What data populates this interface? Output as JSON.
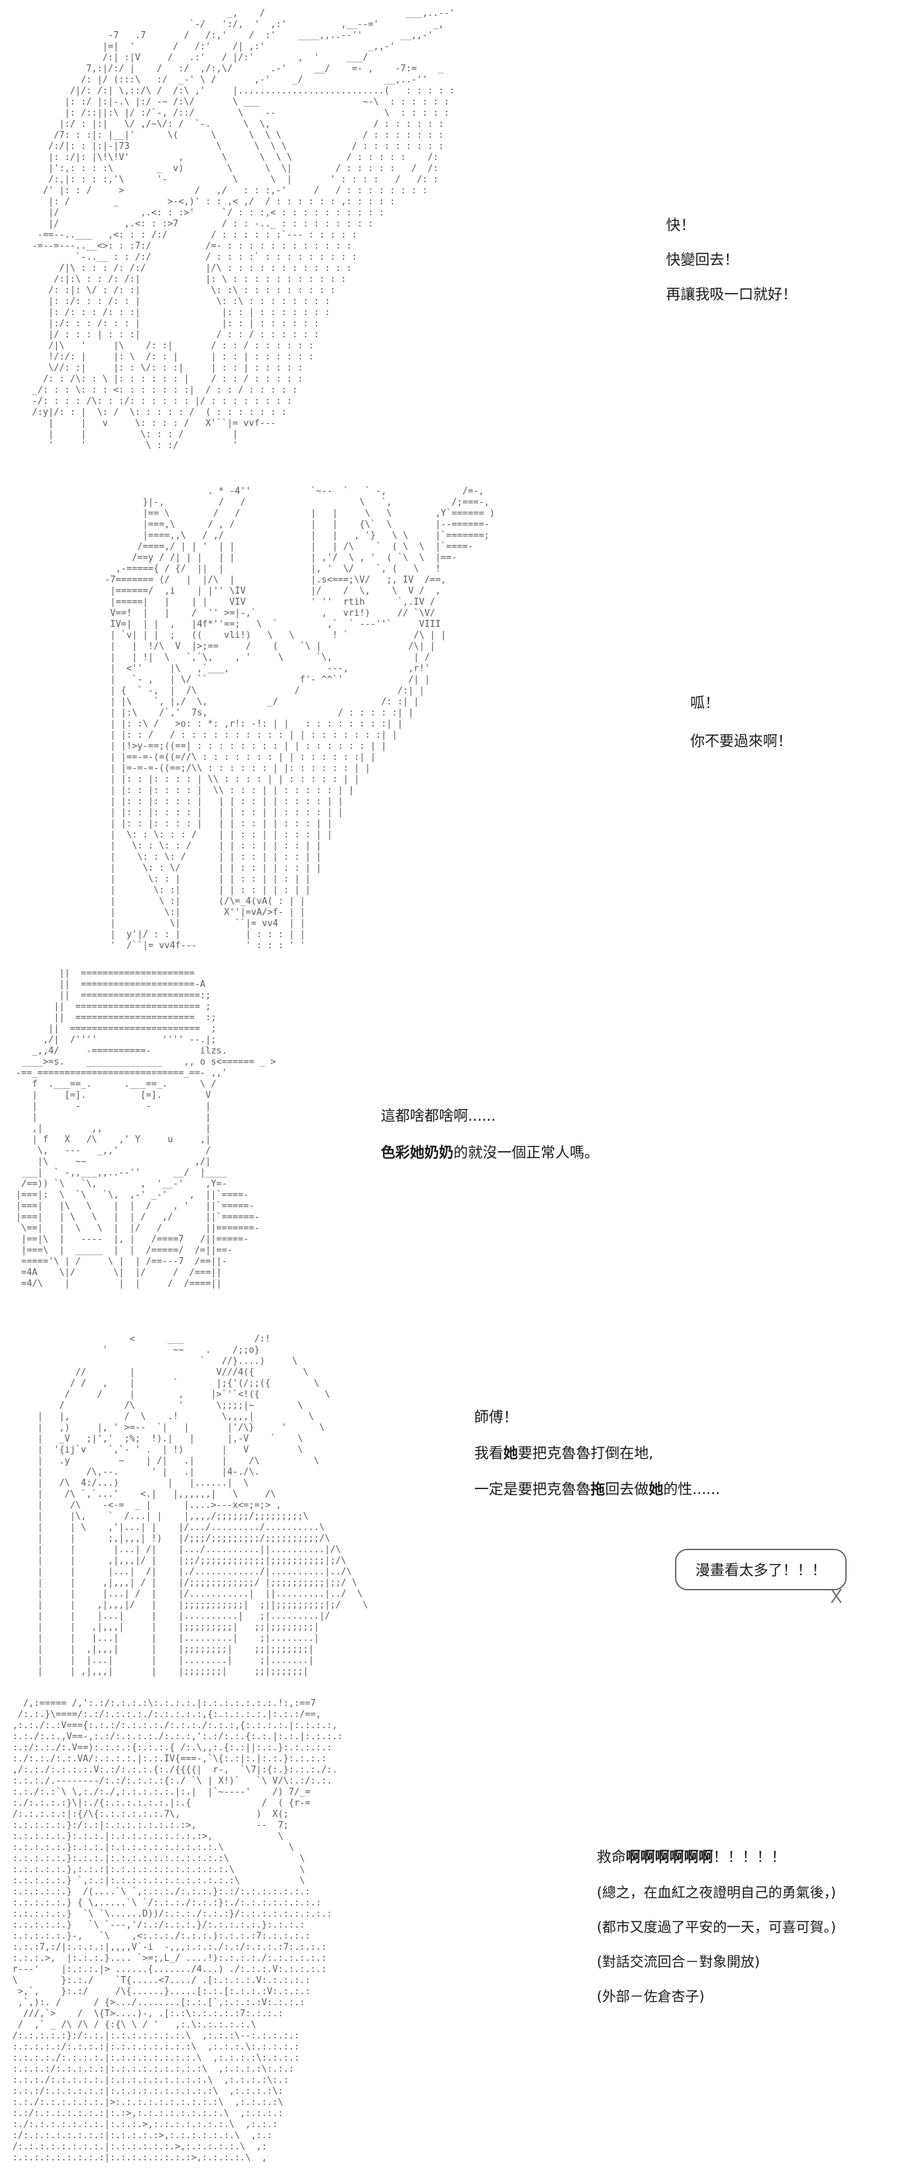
{
  "page": {
    "background": "#ffffff",
    "aa_color": "#5c5c5c",
    "text_color": "#1a1a1a"
  },
  "dialogues": {
    "d1": {
      "lines": [
        "快！",
        "快變回去！",
        "再讓我吸一口就好！"
      ]
    },
    "d2": {
      "lines": [
        "呱！",
        "你不要過來啊！"
      ]
    },
    "d3": {
      "line1": "這都啥都啥啊......",
      "line2_runs": [
        {
          "t": "色彩她奶奶",
          "b": true
        },
        {
          "t": "的就沒一個正常人嗎。",
          "b": false
        }
      ]
    },
    "d4": {
      "line1": "師傅！",
      "line2_runs": [
        {
          "t": "我看",
          "b": false
        },
        {
          "t": "她",
          "b": true
        },
        {
          "t": "要把克魯魯打倒在地,",
          "b": false
        }
      ],
      "line3_runs": [
        {
          "t": "一定是要把克魯魯",
          "b": false
        },
        {
          "t": "拖",
          "b": true
        },
        {
          "t": "回去做",
          "b": false
        },
        {
          "t": "她",
          "b": true
        },
        {
          "t": "的性......",
          "b": false
        }
      ]
    },
    "d5": {
      "line1_runs": [
        {
          "t": "救命",
          "b": false
        },
        {
          "t": "啊啊啊啊啊啊",
          "b": true
        },
        {
          "t": "！！！！！",
          "b": false
        }
      ],
      "lines": [
        "(總之，在血紅之夜證明自己的勇氣後，)",
        "(都市又度過了平安的一天，可喜可賀。)",
        "(對話交流回合－對象開放)",
        "(外部－佐倉杏子)"
      ]
    }
  },
  "bubble": {
    "text": "漫畫看太多了！！！",
    "tail_glyph": "乂"
  },
  "panels": {
    "p1": [
      "                                        _,    /                          ___,..--'",
      "                                 `-/   ':/,  '  ,:'          ,__--='          _,",
      "                  -7   .7       /   /:,'    /  :'    ____,,..--''       __,,-'",
      "                 |=|  '       /   /:'    /| ,:'                   _,,-'",
      "                 /:| :|V     /   .:'   / |/:'        ,  '     ___/",
      "              7,:|/:/ |    /   :/  ,/:,\\/       .-'     __/    =- ,    -7:=    _",
      "             /: |/ (:::\\   :/  _-' \\ /       ,-'    _/               __,..-''",
      "           /|/: /:| \\,::/\\ /  /:\\ ,'     |...........................(   : : : : :",
      "          |: :/ |:|-.\\ |:/ -~ /:\\/       \\ ___                   ~-\\  : : : : : :",
      "          |: /::||:\\ |/ :/`-, /::/        \\    --                    \\  : : : : :",
      "         |:/ : |:|   \\/ ,/~\\/: /  `-.      \\  \\,                   / : : : : : :",
      "        /7: : :|: |__|'      \\(      \\      \\  \\ \\               / : : : : : : :",
      "       /:/|: : |:|-|73                \\      \\  \\ \\            / : : : : : : : :",
      "       |: :/|: |\\!\\!V'         ,       \\      \\  \\ \\          / : : : : :    /:",
      "       |':,: : : :\\        _  v)        \\      \\  \\|        / : : : : :   /  /:",
      "       /:,|: : : :,'\\      '-            \\      \\  |       ' : : : :   /   /: :",
      "      /' |: : /     >             /   ,/   : : :,-'     /   / : : : : : : : :",
      "       |: /        _         >-<,)' : : ,< ,/  / : : : : : : ,: : : : :",
      "       |/               ,.<: : :>'     `/ : : :,< : : : : : : : : : :",
      "       |/            ,.<: : :>7        / : : -.._ : : : : : : : : :",
      "     -==--..___   ,<: : : /:/        / : : : : : :`--- : : : : :",
      "    -=--=---..__<>: : :7:/          /=- : : : : : : : : : : : :",
      "            `-..__ : : /:/          / : : : :` : : : : : : : : :",
      "         /|\\ : : : /: /:/           |/\\ : : : : : : : : : : : :",
      "        /:|:\\ : : /: /:|            |: \\ : : : : : : : : : : :",
      "       /: :|: \\/ : /: :|             \\: :\\ : : : : : : : : :",
      "       |: :/: : : /: : |              \\: :\\ : : : : : : : :",
      "       |: /: : : /: : :|               |: : | : : : : : : :",
      "       |:/: : : /: : : |               |: : | : : : : : :",
      "       |/ : : : | : : :|              / : : / : : : : : :",
      "       /|\\   '     |\\    /: :|       / : : / : : : : : :",
      "       !/:/: |     |: \\  /: : |      | : : | : : : : : :",
      "       \\//: :|     |: : \\/: : :|     | : : | : : : : :",
      "      /: : /\\: : \\ |: : : : : : |    / : : / : : : : :",
      "    _/: : : \\: : : <: : : : : : :|  / : : / : : : : :",
      "    -/: : : : /\\: : :/: : : : : : |/ : : : : : : : :",
      "    /:y|/: : |  \\: /  \\: : : : : /  ( : : : : : : :",
      "       |     |   v     \\: : : : /   X'``|= vvf---",
      "       |     |          \\: : : /         |",
      "       '     '           \\ : :/          '"
    ],
    "p2": [
      "                       . * -4''           `~--  `   ` -,              /=-,",
      "           }|-,          /   /                     \\   `,           /;===-,",
      "           |== \\        /   /             |   |     \\   \\        ,Y`====== )",
      "           |===,\\      / , /              |   |    {\\`  \\        |--======-",
      "           |====,,\\   / ,/                |   |   , '}   \\ \\     |`=======;",
      "          /====,/ | | '  | |              |   | /\\    `  ( \\  \\  |`====-",
      "         /==y / /| | |   | |              | ,'/  \\ , '  ( `\\  \\  |==-",
      "      ,-====={ / {/  ||  |                |, '  \\/    `, (   \\   !",
      "    -7======= (/   |  |/\\  |              |.s<===;\\V/   ;, IV  /==,",
      "     |======/  ,i    | |'' \\IV            |/    /  \\,    \\  V /  ,",
      "     |=====|   |    | |    VIV            ' ''  rtih      `,.IV /",
      "     V==!  |   |    /  '' >=|-,`            ,   vri!)     // `\\V/",
      "     IV=|  | |  ,   |4f*''==;   \\  `         ,`  ` ---''`     VIII",
      "     | `v| | |  ;   ((    vli!)   \\   \\       ! `            /\\ | |",
      "     |   |  !/\\  V  |>;==     /    (    `\\ |                /\\| |",
      "     |   | !|  \\   `,`\\,    , '     \\      `\\,               | /",
      "     |  <''     |\\   ,`___,                  ---,           ,r!'",
      "     |   `- ,   | \\/ ``                 f'- ^^`'            /| |",
      "     | {  ` -,  |  /\\                  /                  /:| |",
      "     | |\\    `, |,/  \\,           _/                   /: :| |",
      "     | |:\\    /`,'  7s,                        / : : : : :| |",
      "     | |: :\\ /   >o: : *: ,r!: -!: | |   : : : : : : : :| |",
      "     | |: : /   / : : : : : : : : : : | | : : : : : : :| |",
      "     | |!>y-==;((==| : : : : : : : : | | : : : : : : | |",
      "     | |==-=-(=((=//\\ : : : : : : : | | : : : : : :| |",
      "     | |=-=-=-((==;/\\\\ : : : : : : | |: : : : : : | |",
      "     | |: : |: : : : | \\\\ : : : : | | : : : : : | |",
      "     | |: : |: : : : |  \\\\ : : : | | : : : : : | |",
      "     | |: : |: : : : |   | | : : | | : : : : | |",
      "     | |: : |: : : : |   | | : : | | : : : : | |",
      "     | |: : |: : : : |   | | : : | | : : : | |",
      "     |  \\: : \\: : : /    | | : : | | : : : | |",
      "     |   \\: : \\: : /     | | : : | | : : | |",
      "     |    \\: : \\: /      | | : : | | : : | |",
      "     |     \\: : \\/       | | : : | | : : | |",
      "     |      \\: : |       | | : : | | : | |",
      "     |       \\: :|       | | : : | | : | |",
      "     |        \\ :|       (/\\=_4(vA( : | |",
      "     |         \\:|        X''|=vA/>f- | |",
      "     |          \\|          ``|= vv4  | |",
      "     |  y'|/ : : |            | : : : | |",
      "     '  /``|= vv4f---         ' : : : ' '"
    ],
    "p3": [
      "         ||  =====================",
      "         ||  =====================-A",
      "         ||  ======================:;",
      "        ||  ======================= ;",
      "        ||  ======================  :;",
      "       ||  ========================  ;",
      "      ,/|  /''''            '''' --.|;",
      "    _,,4/     -==========-         ilzs.",
      "  ____>=s.    ______________    ,, o s<====== _ >",
      " -==_===========================_==- ,,'",
      "    f  .___==_.      .___==_.      \\ /",
      "    |     [=].          [=].        V",
      "    |       -            -          |",
      "    |                               |",
      "    ,|         ,,                   |",
      "    | f   X   /\\    ,' Y     u     ,|",
      "     \\,   ---   _,,'                /",
      "     |\\     ~~                    ,/|",
      "  ___|  ` -,,___,,..--''      __/  |____",
      "  /==)) `\\   `\\,        ,  '__-'    ,Y=-",
      " |===|:  \\  `\\   `\\,  ,-' _-'    ,  ||`====-",
      " |===|   |\\   \\    |  |  /    , '   ||`=====-",
      " |===|   | \\   \\   |  | /   ,/      ||`======-",
      "  \\==|   |  \\   \\  |  |/   /        ||=======-",
      "  |==|\\  |   ----  |, |   /====7   /||=====-",
      "  |===\\  |  _____  |  |  /=====/  /=||==-",
      "  ====='\\ | /     \\ |  | /==---7  /==||-",
      "  =4A    \\|/       \\|  |/     /  /===||",
      "  =4/\\    |         |  |     /  /====||"
    ],
    "p4": [
      "                      <      ___             /:!",
      "                 '            ~~    .    /;;o}",
      "                                   `   //}....)     \\",
      "            //        |               V///4({         \\",
      "           / /   ,    |       `       |;{'(/;;({        \\",
      "          /     /     |        ,     |>`'`<!({            \\",
      "         /           /\\        '      \\;;;;|~        \\",
      "     |   |,          /  \\    .!        \\,,,,|          \\",
      "     |   ,)     |, ' >=--  `|   |       |'/\\}     '      \\",
      "     |   _V   ;|','  ;%;  !).|   |      |,-V    `    \\",
      "     |  '{ij`v    `,`- ' .  | !)       |   V         \\",
      "     |   .y         ~    | /|   .|     |    /\\          \\",
      "     |        /\\,--.      ' |   .|     |4-./\\.",
      "     |   /\\  4:/...)         |   |......|  \\",
      "     |    /\\ `,`...'    <.|   |,,,,,,|   \\     /\\",
      "     |     /\\    -<-=  _ |      |....>---x<=;=;> ,",
      "     |     |\\,    `  /...| |    |,,,,/;;;;;;/;;;;;;;;;\\",
      "     |     | \\    ,'|...| |    |/.../........./..........\\",
      "     |     |      ;,|,,,| !)   |/;;;/;;;;;;;;;/;;;;;;;;;;/\\",
      "     |     |       |...| /|    |.../..........||..........|/\\",
      "     |     |      ,|,,,|/ |    |;;/;;;;;;;;;;;;|;;;;;;;;;;|;/\\",
      "     |     |      |...|  /|    |./............/|..........|../\\",
      "     |     |     ,|,,,| / |    |/;;;;;;;;;;;;/ |;;;;;;;;;;|;;/ \\",
      "     |     |     |...| /  |    |/...........|  ||.........|../  \\",
      "     |     |    ,|,,,|/   |    |;;;;;;;;;;;|  ;||;;;;;;;;;|;/    \\",
      "     |     |    |...|     |    |..........|   ;|.........|/",
      "     |     |   ,|,,,|     |    |;;;;;;;;;|   ;;|;;;;;;;;|",
      "     |     |   |...|      |    |.........|    ;|........|",
      "     |     |  ,|,,,|      |    |;;;;;;;;|    ;;|;;;;;;;|",
      "     |     |  |...|       |    |........|     ;|.......|",
      "     |     | ,|,,,|       |    |;;;;;;;|     ;;|;;;;;;|"
    ],
    "p5": [
      "   /,:===== /,':.:/:.:.:.:\\:.:.:.:.|:.:.:.:.:.:.:.!:,:==7",
      "  /:.:.}\\====/:.:/:.:.:.:./:.:.:.:.:,{:.:.:.:.:.|:.:.:/==,",
      " ,:.:./:.:V==={:.:.:/:.:.:.:./:.:.:./:.:.:,{:.:.:.:.|:.:.:.:,",
      " :.:./:.:.,V==-,:.:/:.:.:.:./:.:.:,':.:/:.:.{:.:.|:.:.|:.:.:.:",
      " :.:/:.:./:.V==):.:.:.:{:.:.:.{ /:.\\,,:.{:.:||:.:.}:.:.:.:.:",
      " :./:.:./:.:.VA/:.:.:.:.|:.:.IV{===-,`\\{:.:|:.|:.:.}:.:.:.:",
      " ,/:.:./:.:.:.:.V:.:/:.:.:.{:./{{{{|  r-,  `\\7|:{:.}:.:.:./:.",
      " :.:.:./.--------/:.:/:.:.:.:{:./ `\\ | X!)`   `\\ V/\\:.:/:.:.",
      " :.:./:.:`\\ \\,:./:./,:.:.:.:.:.|:.|  |`~----'    /) 7/_=",
      " :./:.:.:.:}\\|:./{:.:.:.:.:.:.|:.{             /  ( {r-=",
      " /:.:.:.:.:|:{/\\{:.:.:.:.:.:.7\\,              )  X(;",
      " :.:.:.:.:.}:/:.:|:.:.:.:.:.:.:.:>,           --  7;",
      " :.:.:.:.:.}:.:.:.|:.:.:.:.:.:.:.:.:>,            \\",
      " :.:.:.:.:.}:.:.:.|:.:.:.:.:.:.:.:.:.:.\\            \\",
      " :.:.:.:.:.}:.:.:.|:.:.:.:.:.:.:.:.:.:.:\\             \\",
      " :.:.:.:.:.},:.:.:|:.:.:.:.:.:.:.:.:.:.:.\\            \\",
      " :.:.:.:.:.} `,:.:|:.:.:.:.:.:.:.:.:.:.:.:\\           \\",
      " :.:.:.:.:.}  /(....`\\ `,:.:.:./:.:.:.}:.:/:.:.:.:.:.:.:",
      " :.:.:.:.:.} { \\,.....`\\ `/:.:.:./:.:.:}:./:.:.:.:.:.:.:.:",
      " :.:.:.:.:.}  `\\ `\\......D))/:.:.:./:.:.:}/:.:.:.:.:.:.:.:.:",
      " :.:.:.:.:.}   `\\ `---,'/:.:/:.:.:.}/:.:.:.:.:.}:.:.:.:",
      " :.:.:.:.:.}-,   `\\    ,<:.:.:./:.:.:.):.:.:.:7:.:.:.:.:",
      " :.:.:7,:/|:.:.:.:|,,,,V`-i  -,,,:.:.:./:.:/:.:.:.:7:.:.:.:",
      " :.:.:.>,  |:.:.:.}.... `>=;,L_/ ....!):.:.:.:./:.:.:.:.:.:",
      " r---'    |:.:.:.|> ......{......./4...) ./:.:.:.V:.:.:.:.:",
      " \\        }:.:./    `T{.....<7..../ .[:.:.:.:.V:.:.:.:.:",
      "  >,`,    }:.:/     /\\{......}.....[:.:.[:.:.:.:V:.:.:.:",
      "  ,`,):. /      / {>.../........[:.:.[`,:.:.:.:V:.:.:.:",
      "   ///,`>    /  \\{T>....)-, .[:.:\\:.:.:.:.:7:.:.:.:",
      "  /  ,` _ /\\ /\\ / {:{\\ \\ / '   ,:.\\:.:.:.:.:.\\",
      " /:.:.:.:.:}:/:.:.|:.:.:.:.:.:.:.\\  ,:.:.:\\--:.:.:.:.:",
      " :.:.:.:.:/:.:.:.:|:.:.:.:.:.:.:.:\\  ,:.:.:.\\:.:.:.:.:",
      " :.:.:.:./:.:.:.:.|:.:.:.:.:.:.:.:.\\  ,:.:.:.:\\:.:.:.:",
      " :.:.:.:/:.:.:.:.:|:.:.:.:.:.:.:.:.:\\  ,:.:.:.:\\:.:.:",
      " :.:.:./:.:.:.:.:.|:.:.:.:.:.:.:.:.:.\\  ,:.:.:.:\\:.:",
      " :.:.:/:.:.:.:.:.:|:.:.:.:.:.:.:.:.:.:\\  ,:.:.:.:\\:",
      " :.:./:.:.:.:.:.:.|>:.:.:.:.:.:.:.:.:.:\\  ,:.:.:.:\\",
      " :.:/:.:.:.:.:.:.:|:.:>,:.:.:.:.:.:.:.:.\\  ,:.:.:.:",
      " :./:.:.:.:.:.:.:.|:.:.:.>,:.:.:.:.:.:.:.\\  ,:.:.:",
      " :/:.:.:.:.:.:.:.:|:.:.:.:.:>,:.:.:.:.:.:.\\  ,:.:",
      " /:.:.:.:.:.:.:.:.|:.:.:.:.:.:.>,:.:.:.:.:.\\  ,:",
      " :.:.:.:.:.:.:.:.:|:.:.:.:.:.:.:.:>,:.:.:.:.\\  ,"
    ]
  }
}
